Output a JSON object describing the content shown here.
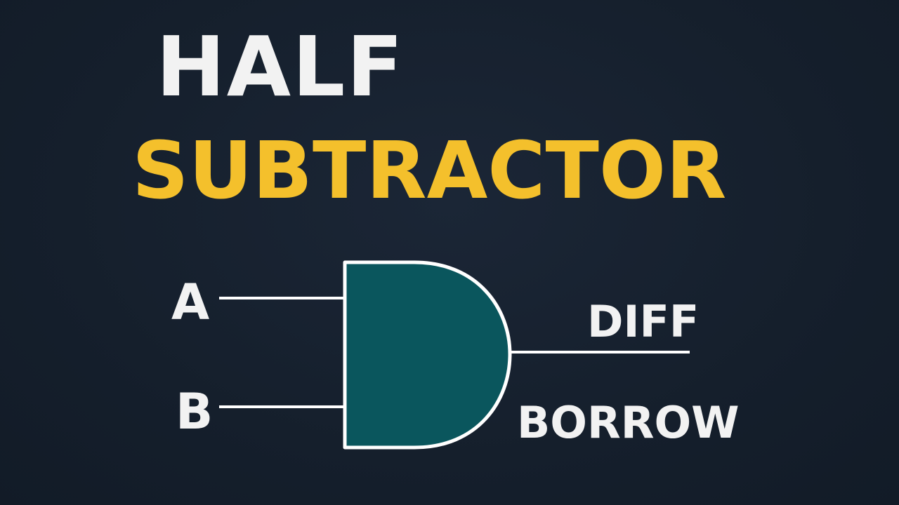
{
  "title": {
    "line1": "HALF",
    "line2": "SUBTRACTOR"
  },
  "inputs": {
    "a": "A",
    "b": "B"
  },
  "outputs": {
    "diff": "DIFF",
    "borrow": "BORROW"
  },
  "colors": {
    "background": "#15202e",
    "title_line1": "#f2f2f2",
    "title_line2": "#f4c02c",
    "gate_fill": "#0a565d",
    "wire": "#ffffff",
    "label": "#f2f2f2"
  },
  "gate": {
    "type": "and-gate-icon"
  }
}
